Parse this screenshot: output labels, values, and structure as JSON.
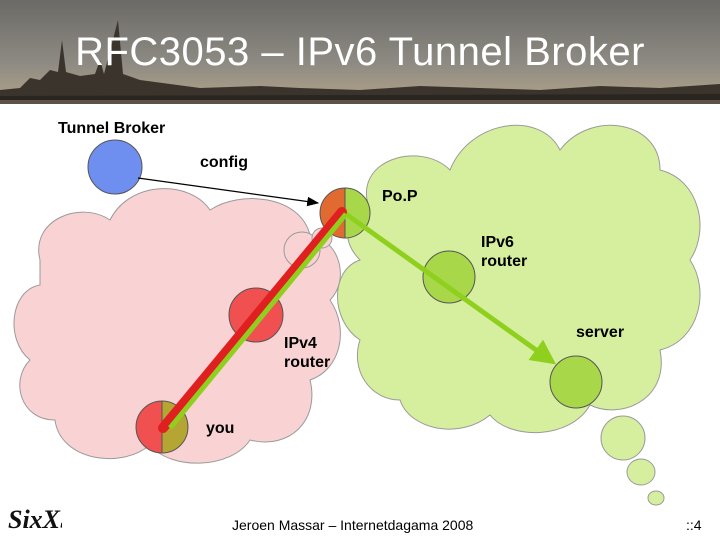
{
  "slide": {
    "title": "RFC3053 – IPv6 Tunnel Broker",
    "footer": "Jeroen Massar – Internetdagama 2008",
    "page_number": "::4",
    "logo_text": "SixXS"
  },
  "diagram": {
    "labels": {
      "tunnel_broker": "Tunnel Broker",
      "config": "config",
      "pop": "Po.P",
      "ipv6_router": "IPv6\nrouter",
      "ipv4_router": "IPv4\nrouter",
      "server": "server",
      "you": "you"
    },
    "colors": {
      "tunnel_broker_node": "#6f8ff0",
      "ipv4_cloud": "#f9d3d3",
      "ipv6_cloud": "#d6ef9f",
      "ipv4_node": "#f05050",
      "ipv6_node": "#a8d84a",
      "pop_left": "#e06a30",
      "you_right": "#b5a533",
      "ipv6_tunnel": "#8fd01f",
      "ipv4_path": "#e02020"
    }
  }
}
